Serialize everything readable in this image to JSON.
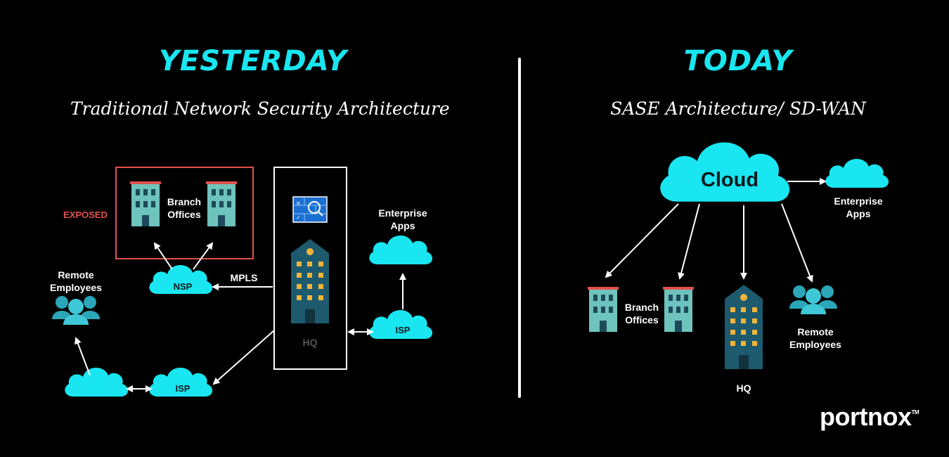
{
  "left": {
    "title": "YESTERDAY",
    "subtitle": "Traditional Network Security Architecture",
    "exposed_label": "EXPOSED",
    "branch_label": "Branch\nOffices",
    "enterprise_label": "Enterprise\nApps",
    "remote_label": "Remote\nEmployees",
    "mpls_label": "MPLS",
    "nsp_label": "NSP",
    "isp_label_top": "ISP",
    "isp_label_bottom": "ISP",
    "hq_label": "HQ"
  },
  "right": {
    "title": "TODAY",
    "subtitle": "SASE Architecture/ SD-WAN",
    "cloud_label": "Cloud",
    "enterprise_label": "Enterprise\nApps",
    "branch_label": "Branch\nOffices",
    "remote_label": "Remote\nEmployees",
    "hq_label": "HQ"
  },
  "logo": {
    "text": "portnox",
    "tm": "TM"
  },
  "colors": {
    "cloud": "#19e6f0",
    "building_teal": "#6fc3bd",
    "hq_blue": "#1d5a6e",
    "window_yellow": "#f2b43a",
    "exposed_red": "#e0524b",
    "accent_cyan": "#19e6f0"
  },
  "icons": [
    "cloud-icon",
    "building-icon",
    "hq-building-icon",
    "people-icon",
    "firewall-icon",
    "arrow-icon"
  ]
}
